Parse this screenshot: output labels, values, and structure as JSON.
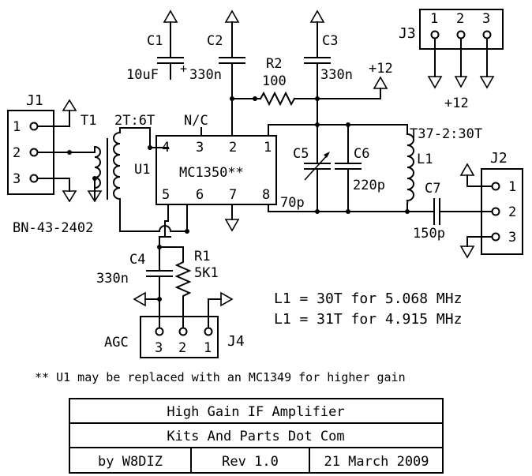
{
  "labels": {
    "j1": "J1",
    "j2": "J2",
    "j3": "J3",
    "j4": "J4",
    "t1": "T1",
    "t1_ratio": "2T:6T",
    "t1_core": "BN-43-2402",
    "u1": "U1",
    "u1_part": "MC1350**",
    "nc": "N/C",
    "pin1": "1",
    "pin2": "2",
    "pin3": "3",
    "pin4": "4",
    "pin5": "5",
    "pin6": "6",
    "pin7": "7",
    "pin8": "8",
    "c1": "C1",
    "c1_val": "10uF",
    "c1_plus": "+",
    "c2": "C2",
    "c2_val": "330n",
    "c3": "C3",
    "c3_val": "330n",
    "c4": "C4",
    "c4_val": "330n",
    "c5": "C5",
    "c5_val": "70p",
    "c6": "C6",
    "c6_val": "220p",
    "c7": "C7",
    "c7_val": "150p",
    "r1": "R1",
    "r1_val": "5K1",
    "r2": "R2",
    "r2_val": "100",
    "supply_a": "+12",
    "supply_b": "+12",
    "l1": "L1",
    "l1_core": "T37-2:30T",
    "agc": "AGC",
    "j1_p1": "1",
    "j1_p2": "2",
    "j1_p3": "3",
    "j2_p1": "1",
    "j2_p2": "2",
    "j2_p3": "3",
    "j3_p1": "1",
    "j3_p2": "2",
    "j3_p3": "3",
    "j4_p3": "3",
    "j4_p2": "2",
    "j4_p1": "1"
  },
  "notes": {
    "l1_line1": "L1 = 30T for 5.068 MHz",
    "l1_line2": "L1 = 31T for 4.915 MHz",
    "substitution": "** U1 may be replaced with an MC1349 for higher gain"
  },
  "title_block": {
    "title": "High Gain IF Amplifier",
    "company": "Kits And Parts Dot Com",
    "author": "by W8DIZ",
    "revision": "Rev 1.0",
    "date": "21 March 2009"
  }
}
